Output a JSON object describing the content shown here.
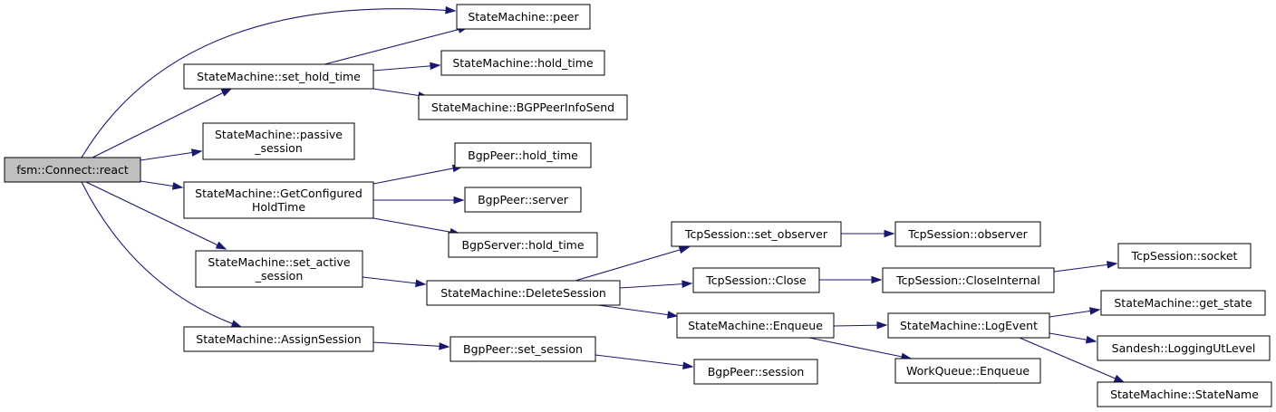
{
  "diagram": {
    "type": "call-graph",
    "nodes": [
      {
        "id": "root",
        "lines": [
          "fsm::Connect::react"
        ],
        "root": true
      },
      {
        "id": "peer",
        "lines": [
          "StateMachine::peer"
        ]
      },
      {
        "id": "set_hold_time",
        "lines": [
          "StateMachine::set_hold_time"
        ]
      },
      {
        "id": "sm_hold_time",
        "lines": [
          "StateMachine::hold_time"
        ]
      },
      {
        "id": "bgp_info_send",
        "lines": [
          "StateMachine::BGPPeerInfoSend"
        ]
      },
      {
        "id": "passive_session",
        "lines": [
          "StateMachine::passive",
          "_session"
        ]
      },
      {
        "id": "bgppeer_hold_time",
        "lines": [
          "BgpPeer::hold_time"
        ]
      },
      {
        "id": "get_configured",
        "lines": [
          "StateMachine::GetConfigured",
          "HoldTime"
        ]
      },
      {
        "id": "bgppeer_server",
        "lines": [
          "BgpPeer::server"
        ]
      },
      {
        "id": "bgpserver_hold_time",
        "lines": [
          "BgpServer::hold_time"
        ]
      },
      {
        "id": "set_active_session",
        "lines": [
          "StateMachine::set_active",
          "_session"
        ]
      },
      {
        "id": "delete_session",
        "lines": [
          "StateMachine::DeleteSession"
        ]
      },
      {
        "id": "tcp_set_observer",
        "lines": [
          "TcpSession::set_observer"
        ]
      },
      {
        "id": "tcp_observer",
        "lines": [
          "TcpSession::observer"
        ]
      },
      {
        "id": "tcp_close",
        "lines": [
          "TcpSession::Close"
        ]
      },
      {
        "id": "tcp_close_internal",
        "lines": [
          "TcpSession::CloseInternal"
        ]
      },
      {
        "id": "tcp_socket",
        "lines": [
          "TcpSession::socket"
        ]
      },
      {
        "id": "sm_enqueue",
        "lines": [
          "StateMachine::Enqueue"
        ]
      },
      {
        "id": "sm_log_event",
        "lines": [
          "StateMachine::LogEvent"
        ]
      },
      {
        "id": "sm_get_state",
        "lines": [
          "StateMachine::get_state"
        ]
      },
      {
        "id": "sandesh_level",
        "lines": [
          "Sandesh::LoggingUtLevel"
        ]
      },
      {
        "id": "sm_state_name",
        "lines": [
          "StateMachine::StateName"
        ]
      },
      {
        "id": "wq_enqueue",
        "lines": [
          "WorkQueue::Enqueue"
        ]
      },
      {
        "id": "assign_session",
        "lines": [
          "StateMachine::AssignSession"
        ]
      },
      {
        "id": "bgppeer_set_session",
        "lines": [
          "BgpPeer::set_session"
        ]
      },
      {
        "id": "bgppeer_session",
        "lines": [
          "BgpPeer::session"
        ]
      }
    ],
    "edges": [
      {
        "from": "root",
        "to": "peer"
      },
      {
        "from": "root",
        "to": "set_hold_time"
      },
      {
        "from": "set_hold_time",
        "to": "peer"
      },
      {
        "from": "set_hold_time",
        "to": "sm_hold_time"
      },
      {
        "from": "set_hold_time",
        "to": "bgp_info_send"
      },
      {
        "from": "root",
        "to": "passive_session"
      },
      {
        "from": "root",
        "to": "get_configured"
      },
      {
        "from": "get_configured",
        "to": "bgppeer_hold_time"
      },
      {
        "from": "get_configured",
        "to": "bgppeer_server"
      },
      {
        "from": "get_configured",
        "to": "bgpserver_hold_time"
      },
      {
        "from": "root",
        "to": "set_active_session"
      },
      {
        "from": "set_active_session",
        "to": "delete_session"
      },
      {
        "from": "delete_session",
        "to": "tcp_set_observer"
      },
      {
        "from": "tcp_set_observer",
        "to": "tcp_observer"
      },
      {
        "from": "delete_session",
        "to": "tcp_close"
      },
      {
        "from": "tcp_close",
        "to": "tcp_close_internal"
      },
      {
        "from": "tcp_close_internal",
        "to": "tcp_socket"
      },
      {
        "from": "delete_session",
        "to": "sm_enqueue"
      },
      {
        "from": "sm_enqueue",
        "to": "sm_log_event"
      },
      {
        "from": "sm_log_event",
        "to": "sm_get_state"
      },
      {
        "from": "sm_log_event",
        "to": "sandesh_level"
      },
      {
        "from": "sm_log_event",
        "to": "sm_state_name"
      },
      {
        "from": "sm_enqueue",
        "to": "wq_enqueue"
      },
      {
        "from": "root",
        "to": "assign_session"
      },
      {
        "from": "assign_session",
        "to": "bgppeer_set_session"
      },
      {
        "from": "bgppeer_set_session",
        "to": "bgppeer_session"
      }
    ]
  }
}
